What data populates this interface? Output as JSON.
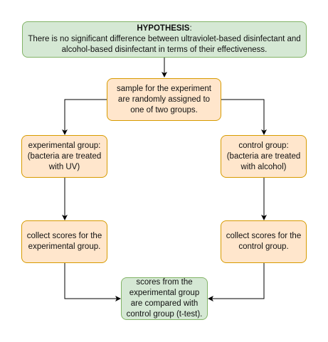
{
  "nodes": {
    "hypothesis": {
      "title": "HYPOTHESIS",
      "title_suffix": ":",
      "text": "There is no significant difference between ultraviolet-based disinfectant and alcohol-based disinfectant in terms of their effectiveness."
    },
    "sample": {
      "text": "sample for the experiment are randomly assigned to one of two groups."
    },
    "experimental_group": {
      "text": "experimental group: (bacteria are treated with UV)"
    },
    "control_group": {
      "text": "control group: (bacteria are treated with alcohol)"
    },
    "collect_experimental": {
      "text": "collect scores for the experimental group."
    },
    "collect_control": {
      "text": "collect scores for the control group."
    },
    "compare": {
      "text": "scores from the experimental group are compared with control group (t-test)."
    }
  },
  "colors": {
    "green_fill": "#d5e8d4",
    "green_stroke": "#82b366",
    "orange_fill": "#ffe6cc",
    "orange_stroke": "#d79b00",
    "edge": "#000000"
  },
  "edges": [
    {
      "from": "hypothesis",
      "to": "sample"
    },
    {
      "from": "sample",
      "to": "experimental_group"
    },
    {
      "from": "sample",
      "to": "control_group"
    },
    {
      "from": "experimental_group",
      "to": "collect_experimental"
    },
    {
      "from": "control_group",
      "to": "collect_control"
    },
    {
      "from": "collect_experimental",
      "to": "compare"
    },
    {
      "from": "collect_control",
      "to": "compare"
    }
  ]
}
